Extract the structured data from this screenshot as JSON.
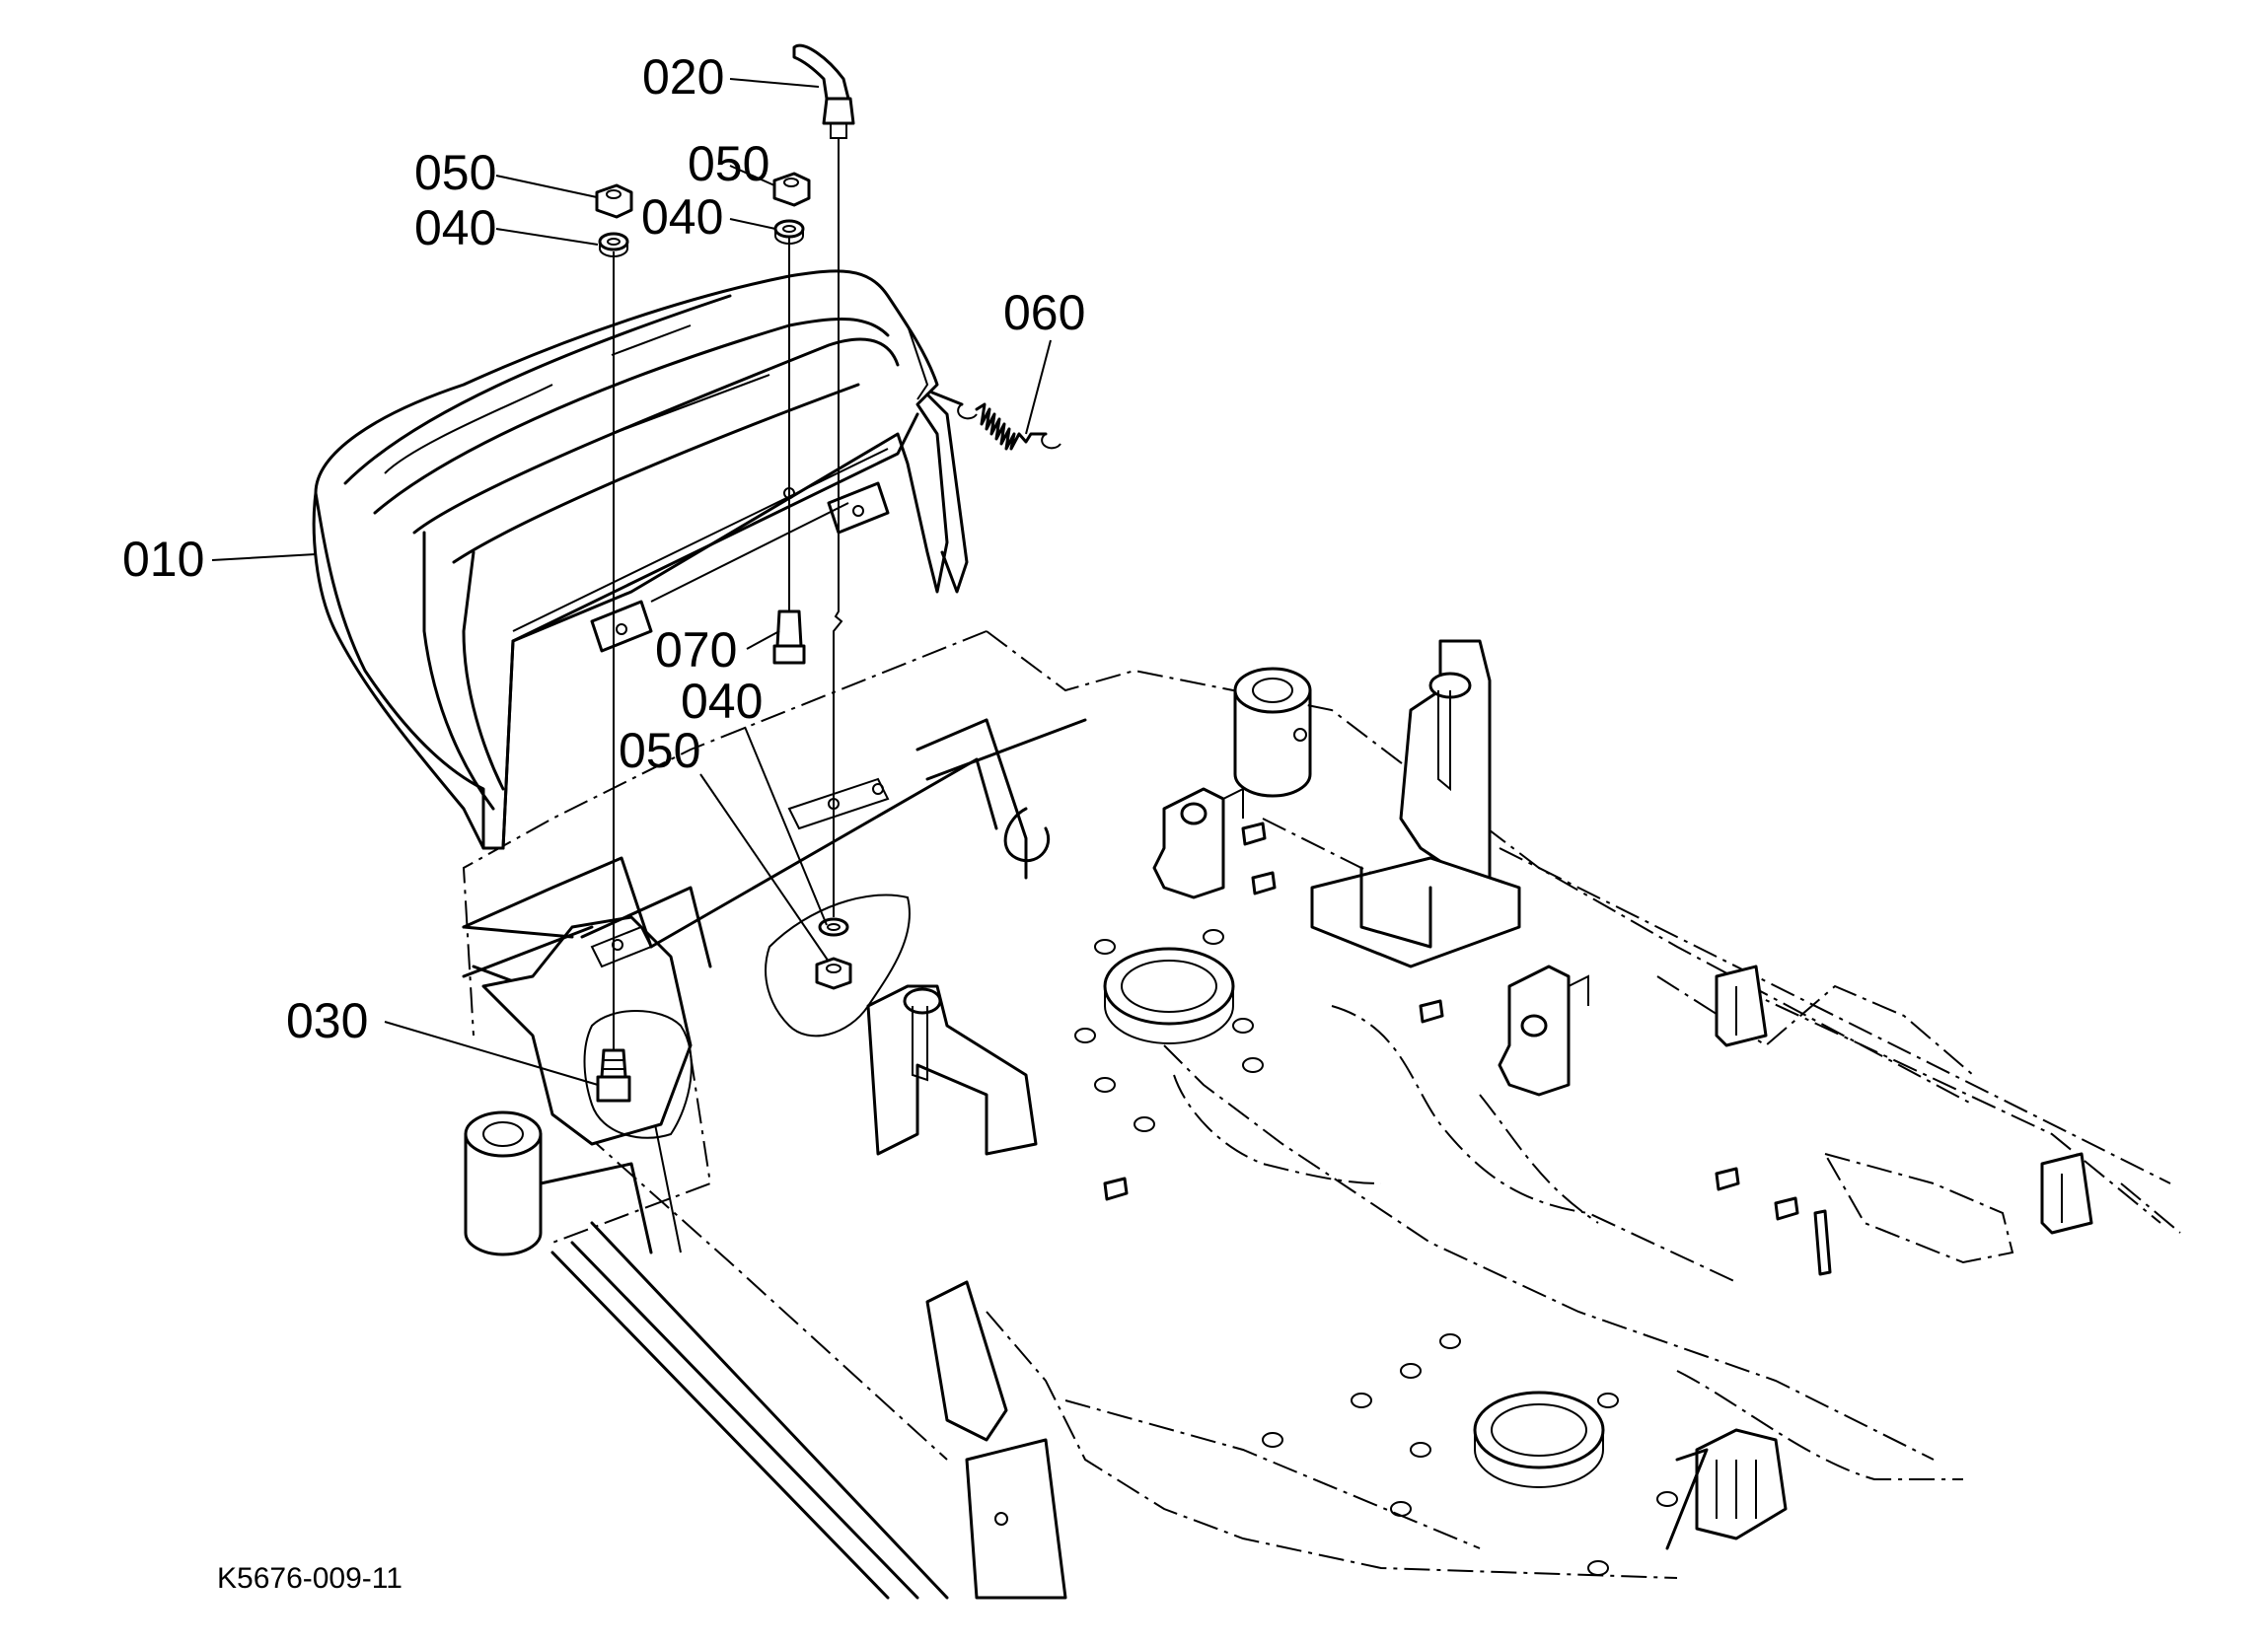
{
  "callouts": {
    "c020": "020",
    "c050a": "050",
    "c050b": "050",
    "c040a": "040",
    "c040b": "040",
    "c060": "060",
    "c010": "010",
    "c070": "070",
    "c040c": "040",
    "c050c": "050",
    "c030": "030"
  },
  "figure_ref": "K5676-009-11"
}
